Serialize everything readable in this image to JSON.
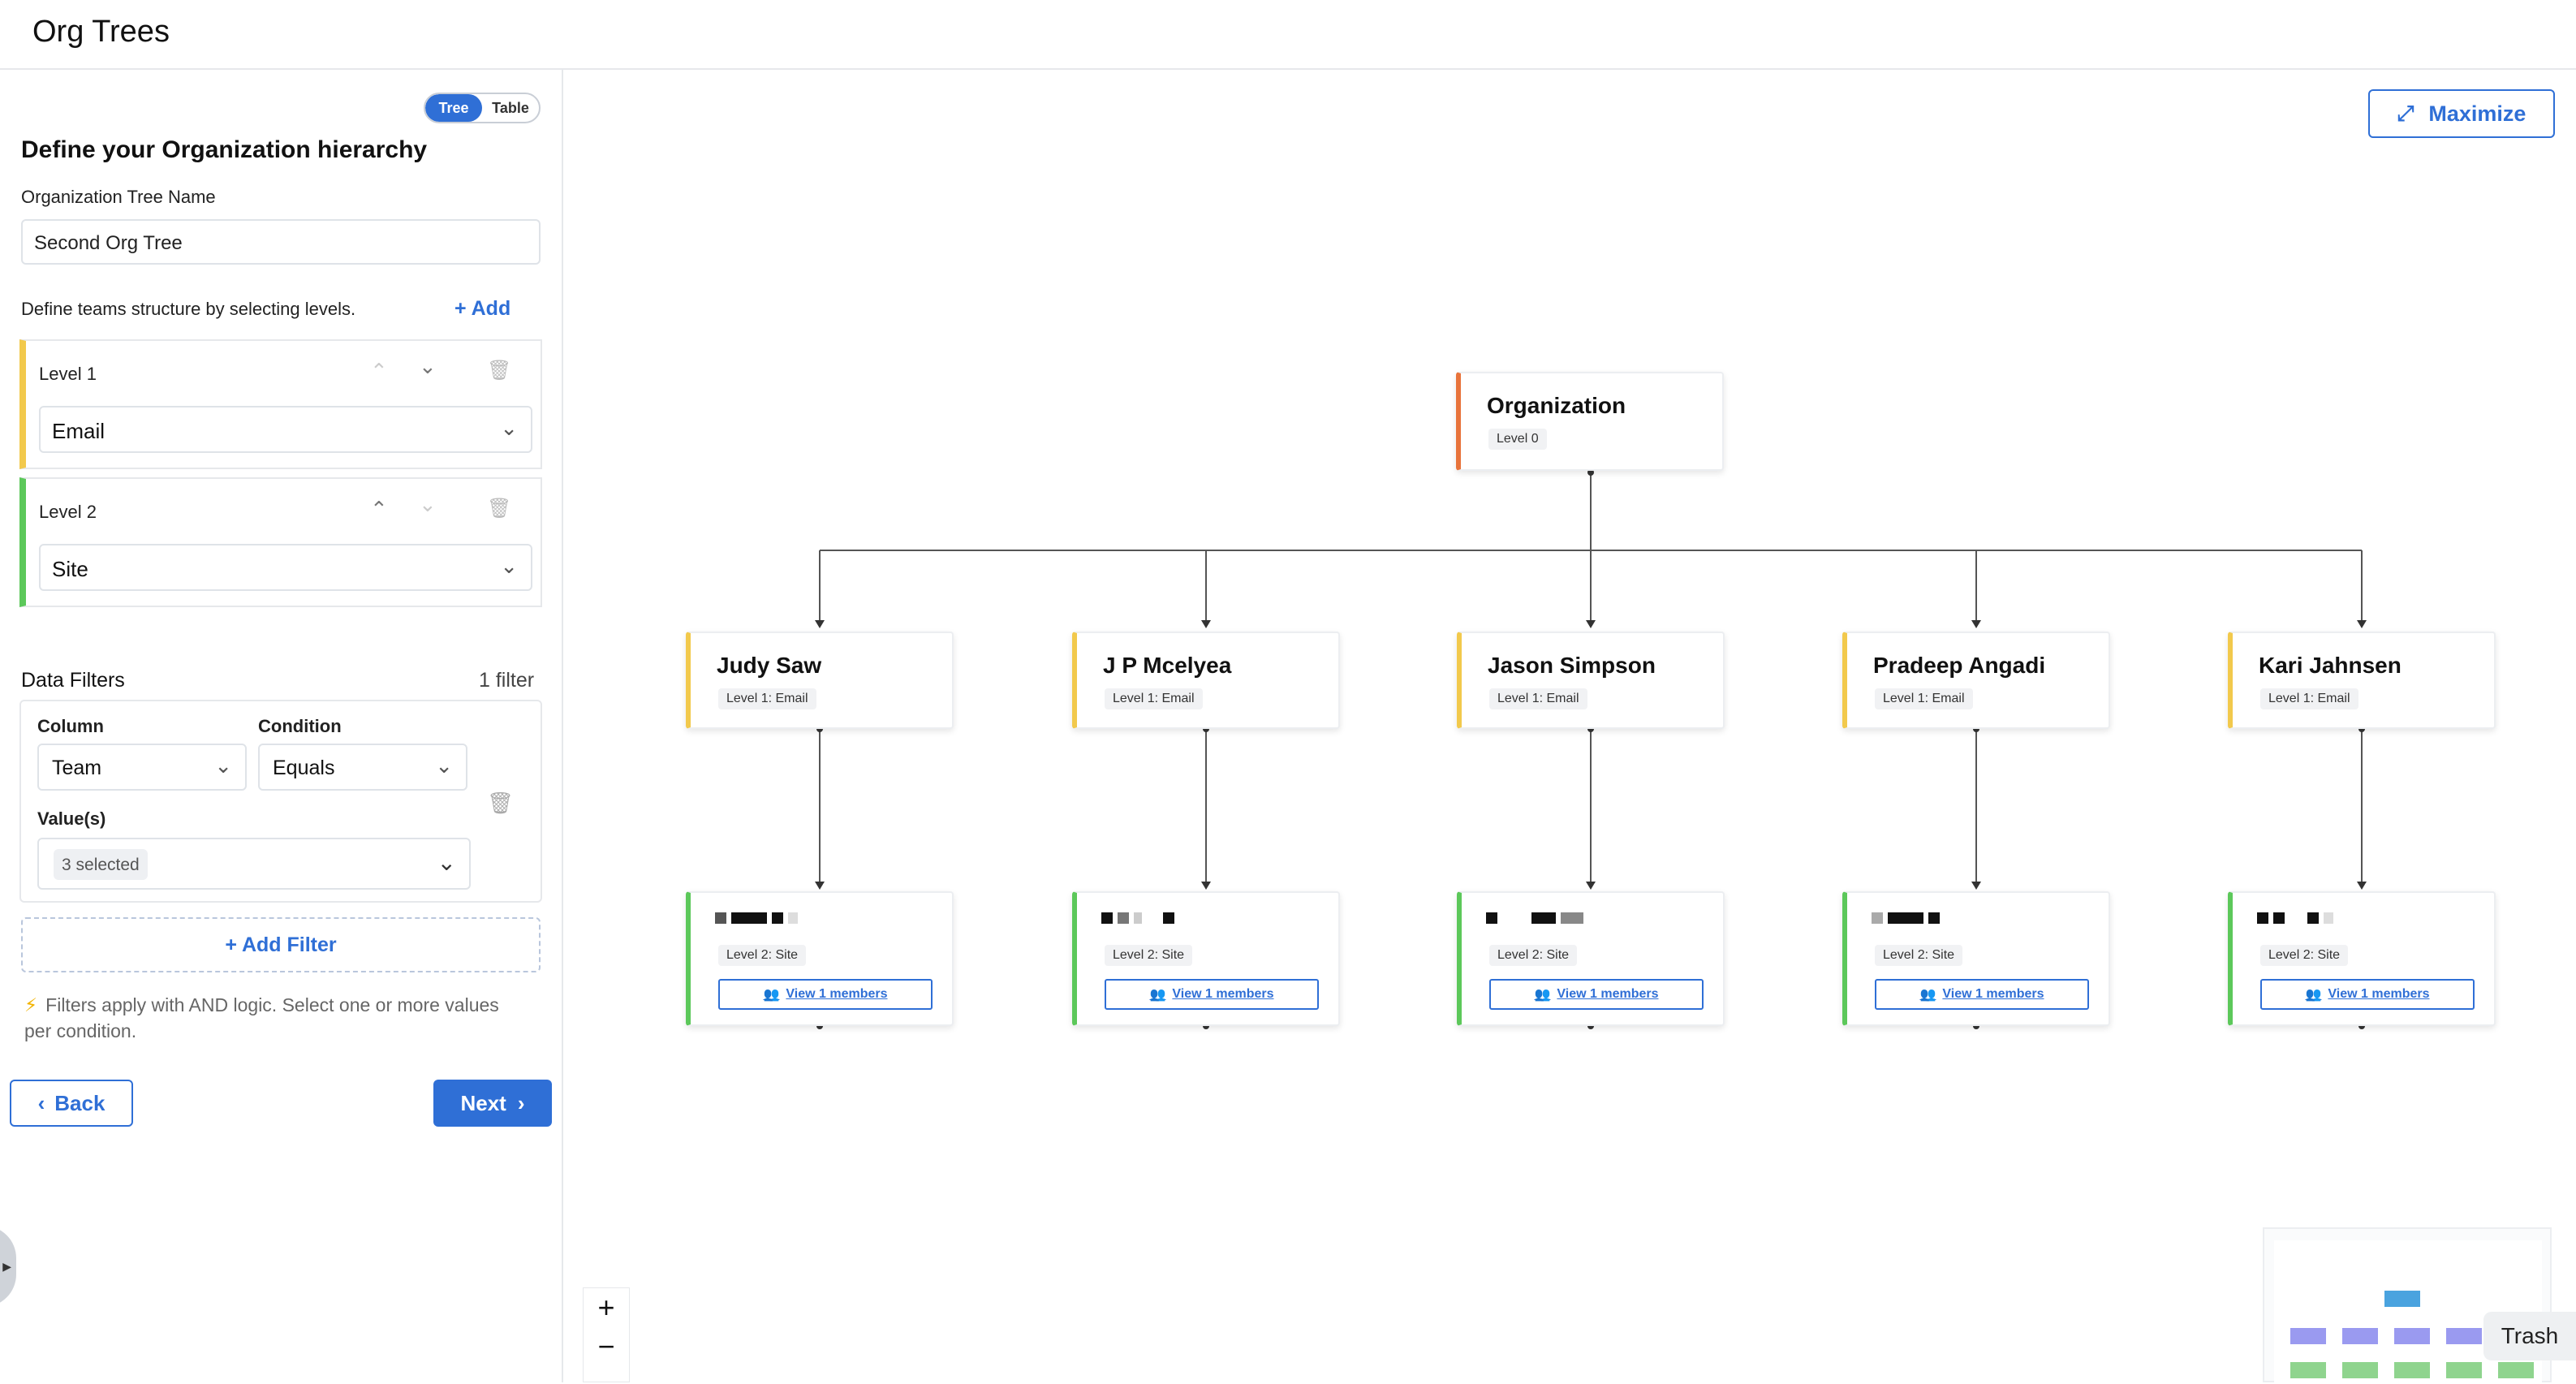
{
  "header": {
    "title": "Org Trees"
  },
  "view_toggle": {
    "options": [
      "Tree",
      "Table"
    ],
    "active": "Tree"
  },
  "form": {
    "heading": "Define your Organization hierarchy",
    "tree_name_label": "Organization Tree Name",
    "tree_name_value": "Second Org Tree",
    "levels_hint": "Define teams structure by selecting levels.",
    "add_label": "+ Add",
    "levels": [
      {
        "name": "Level 1",
        "value": "Email",
        "color": "#f2c94c"
      },
      {
        "name": "Level 2",
        "value": "Site",
        "color": "#5cc85a"
      }
    ],
    "filters_title": "Data Filters",
    "filters_count": "1 filter",
    "filter": {
      "column_label": "Column",
      "column_value": "Team",
      "condition_label": "Condition",
      "condition_value": "Equals",
      "values_label": "Value(s)",
      "values_selected": "3 selected"
    },
    "add_filter_label": "+ Add Filter",
    "logic_hint": "Filters apply with AND logic. Select one or more values per condition.",
    "back_label": "Back",
    "next_label": "Next"
  },
  "canvas": {
    "maximize_label": "Maximize",
    "root": {
      "name": "Organization",
      "badge": "Level 0",
      "color": "#e8733b"
    },
    "level1_nodes": [
      {
        "name": "Judy Saw",
        "badge": "Level 1: Email"
      },
      {
        "name": "J P Mcelyea",
        "badge": "Level 1: Email"
      },
      {
        "name": "Jason Simpson",
        "badge": "Level 1: Email"
      },
      {
        "name": "Pradeep Angadi",
        "badge": "Level 1: Email"
      },
      {
        "name": "Kari Jahnsen",
        "badge": "Level 1: Email"
      }
    ],
    "level2_nodes": [
      {
        "badge": "Level 2: Site",
        "members_label": "View 1 members"
      },
      {
        "badge": "Level 2: Site",
        "members_label": "View 1 members"
      },
      {
        "badge": "Level 2: Site",
        "members_label": "View 1 members"
      },
      {
        "badge": "Level 2: Site",
        "members_label": "View 1 members"
      },
      {
        "badge": "Level 2: Site",
        "members_label": "View 1 members"
      }
    ],
    "zoom_in": "+",
    "zoom_out": "−",
    "trash_label": "Trash"
  },
  "colors": {
    "accent": "#2f6fd6",
    "level1": "#f2c94c",
    "level2": "#5cc85a",
    "level0": "#e8733b"
  }
}
